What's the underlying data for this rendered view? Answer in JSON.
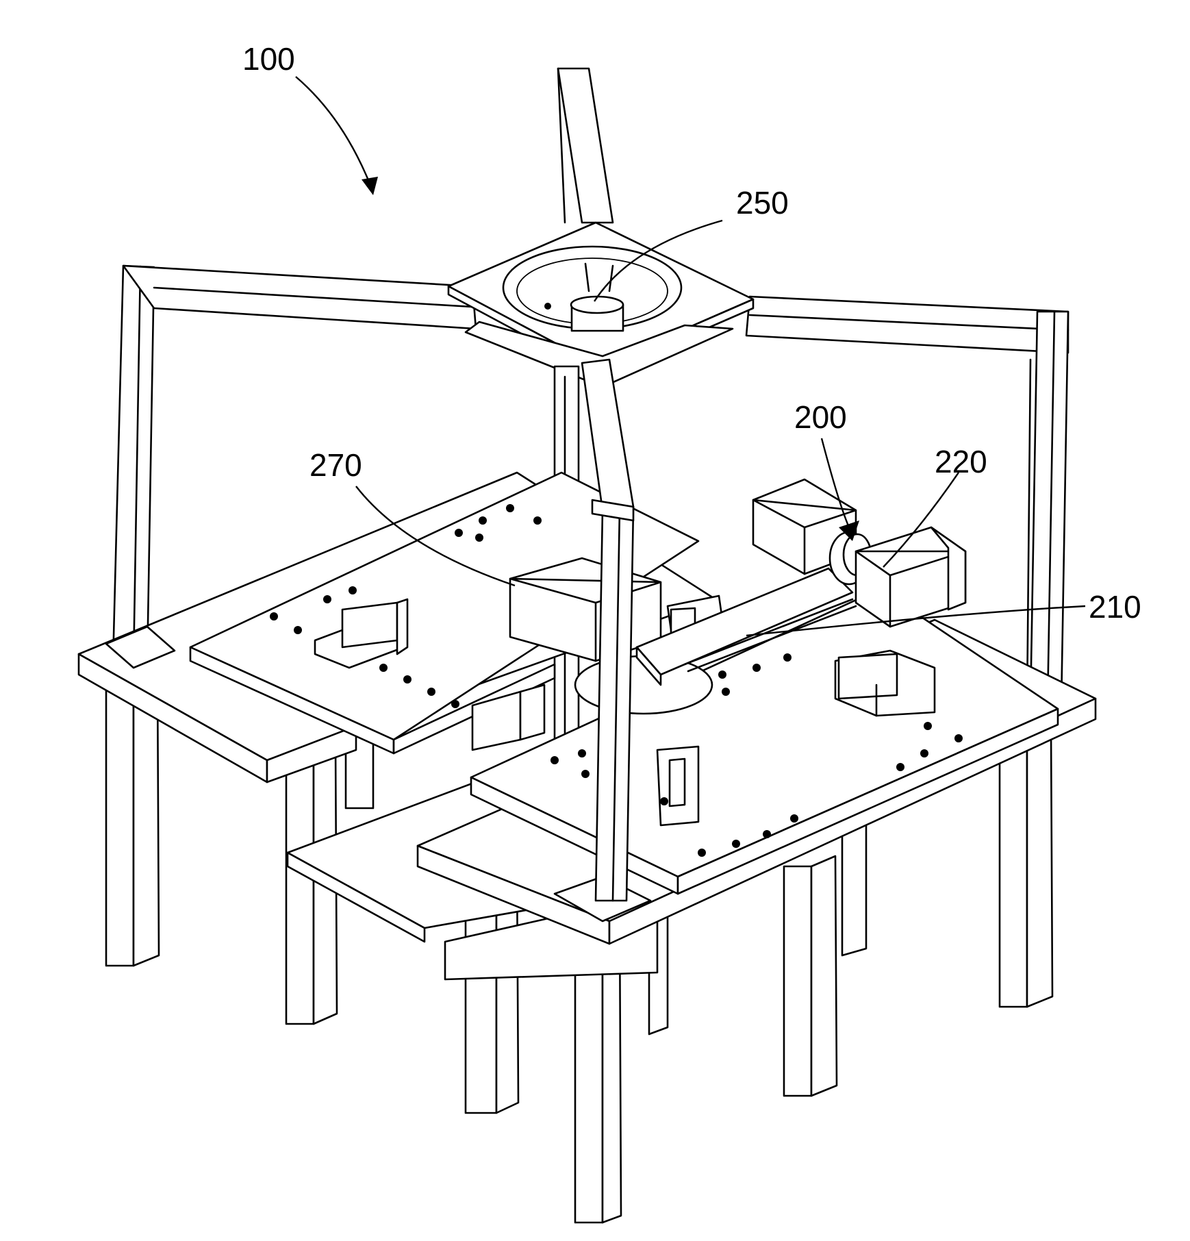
{
  "figure": {
    "reference_numerals": [
      {
        "id": "ref-100",
        "text": "100"
      },
      {
        "id": "ref-250",
        "text": "250"
      },
      {
        "id": "ref-200",
        "text": "200"
      },
      {
        "id": "ref-270",
        "text": "270"
      },
      {
        "id": "ref-220",
        "text": "220"
      },
      {
        "id": "ref-210",
        "text": "210"
      }
    ]
  },
  "colors": {
    "ink": "#000000",
    "paper": "#ffffff"
  }
}
